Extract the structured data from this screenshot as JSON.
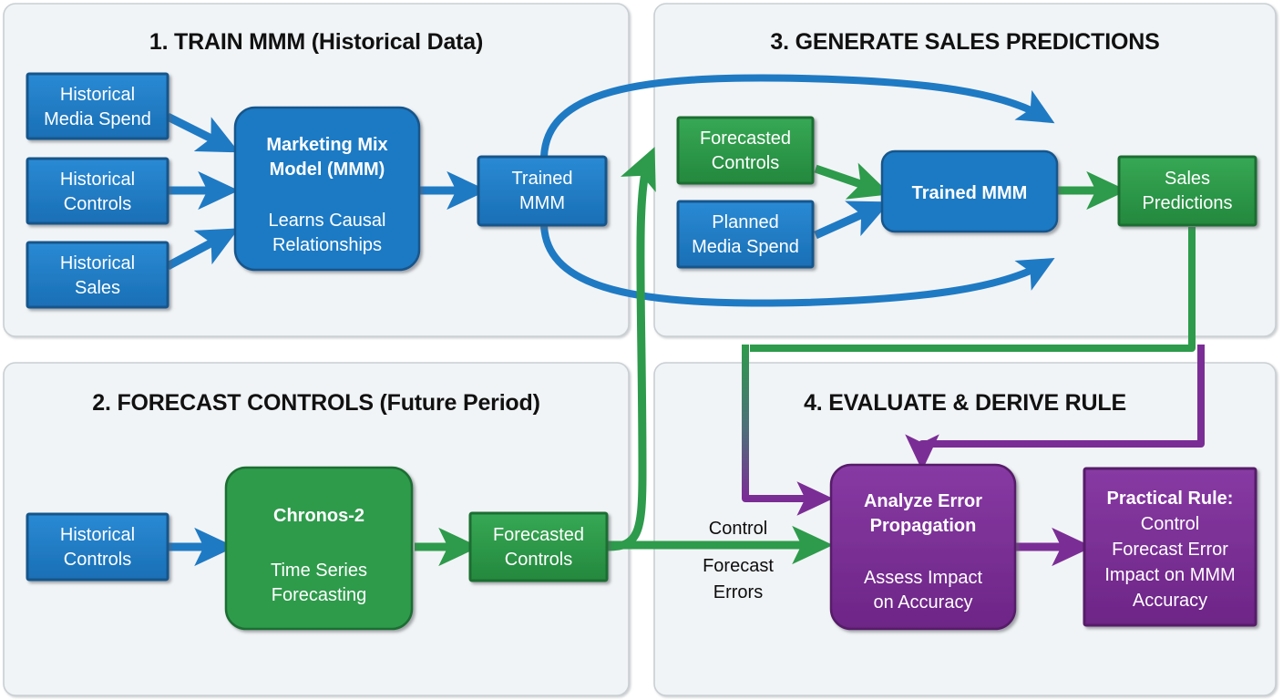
{
  "diagram": {
    "title_hidden": "",
    "colors": {
      "blue_fill": "#1f7ac4",
      "blue_border": "#14568c",
      "green_fill": "#2d9b4b",
      "green_border": "#1c6e33",
      "purple_fill": "#7b2d96",
      "purple_border": "#561b69",
      "panel_bg": "#f1f4f6",
      "panel_border": "#c9cfd3",
      "arrow_blue": "#1f7ac4",
      "arrow_green": "#2d9b4b",
      "arrow_purple": "#7b2d96",
      "text_light": "#ffffff",
      "text_dark": "#111111"
    },
    "panels": [
      {
        "id": "p1",
        "title": "1. TRAIN MMM (Historical Data)"
      },
      {
        "id": "p3",
        "title": "3. GENERATE SALES PREDICTIONS"
      },
      {
        "id": "p2",
        "title": "2. FORECAST CONTROLS (Future Period)"
      },
      {
        "id": "p4",
        "title": "4. EVALUATE & DERIVE RULE"
      }
    ],
    "nodes": {
      "hist_media": {
        "line1": "Historical",
        "line2": "Media Spend"
      },
      "hist_controls_1": {
        "line1": "Historical",
        "line2": "Controls"
      },
      "hist_sales": {
        "line1": "Historical",
        "line2": "Sales"
      },
      "mmm": {
        "line1": "Marketing Mix",
        "line2": "Model (MMM)",
        "line3": "Learns Causal",
        "line4": "Relationships"
      },
      "trained_mmm_1": {
        "line1": "Trained",
        "line2": "MMM"
      },
      "forecasted_controls_3": {
        "line1": "Forecasted",
        "line2": "Controls"
      },
      "planned_media": {
        "line1": "Planned",
        "line2": "Media Spend"
      },
      "trained_mmm_3": {
        "line1": "Trained MMM"
      },
      "sales_predictions": {
        "line1": "Sales",
        "line2": "Predictions"
      },
      "hist_controls_2": {
        "line1": "Historical",
        "line2": "Controls"
      },
      "chronos": {
        "line1": "Chronos-2",
        "line2": "Time Series",
        "line3": "Forecasting"
      },
      "forecasted_controls_2": {
        "line1": "Forecasted",
        "line2": "Controls"
      },
      "analyze_error": {
        "line1": "Analyze Error",
        "line2": "Propagation",
        "line3": "Assess Impact",
        "line4": "on Accuracy"
      },
      "practical_rule": {
        "line1": "Practical Rule:",
        "line2": "Control",
        "line3": "Forecast Error",
        "line4": "Impact on MMM",
        "line5": "Accuracy"
      }
    },
    "edge_labels": {
      "control_forecast_errors_1": "Control",
      "control_forecast_errors_2": "Forecast",
      "control_forecast_errors_3": "Errors"
    }
  }
}
